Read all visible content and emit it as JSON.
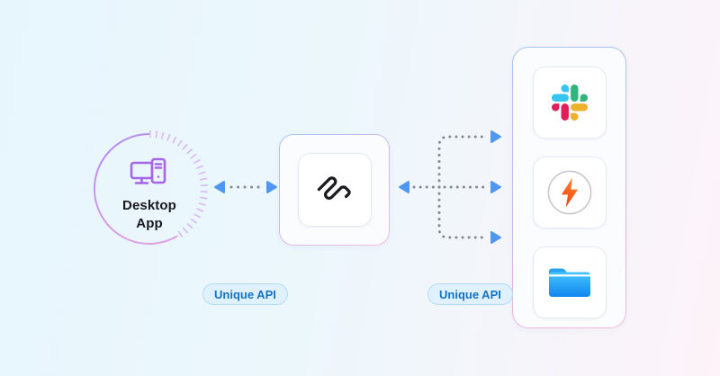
{
  "desktop_node": {
    "label_line1": "Desktop",
    "label_line2": "App",
    "icon": "desktop-computer-icon"
  },
  "hub_node": {
    "icon": "unique-logo-icon"
  },
  "badges": [
    {
      "label": "Unique API"
    },
    {
      "label": "Unique API"
    }
  ],
  "apps": [
    {
      "icon": "slack-icon"
    },
    {
      "icon": "lightning-icon"
    },
    {
      "icon": "folder-icon"
    }
  ],
  "colors": {
    "background_left": "#e7f6fd",
    "background_right": "#fdf3f9",
    "arrow_blue": "#4f97f0",
    "dot_gray": "#888a92",
    "circle_purple": "#bb8bf0",
    "circle_tick_purple": "#d8b9f4",
    "desktop_icon_purple": "#a765e8",
    "logo_black": "#1b1b1f",
    "badge_text_blue": "#1373c0",
    "badge_bg": "#dff1fd",
    "badge_border": "#b5dcf4",
    "slack_blue": "#36C5F0",
    "slack_green": "#2EB67D",
    "slack_red": "#E01E5A",
    "slack_yellow": "#ECB22E",
    "bolt_orange_top": "#ff8a2e",
    "bolt_orange_bottom": "#ef3e10",
    "bolt_ring_gray": "#c5c7cd",
    "folder_tab_blue": "#27a3f2",
    "folder_top": "#47c5fd",
    "folder_bottom": "#0e86f0"
  }
}
